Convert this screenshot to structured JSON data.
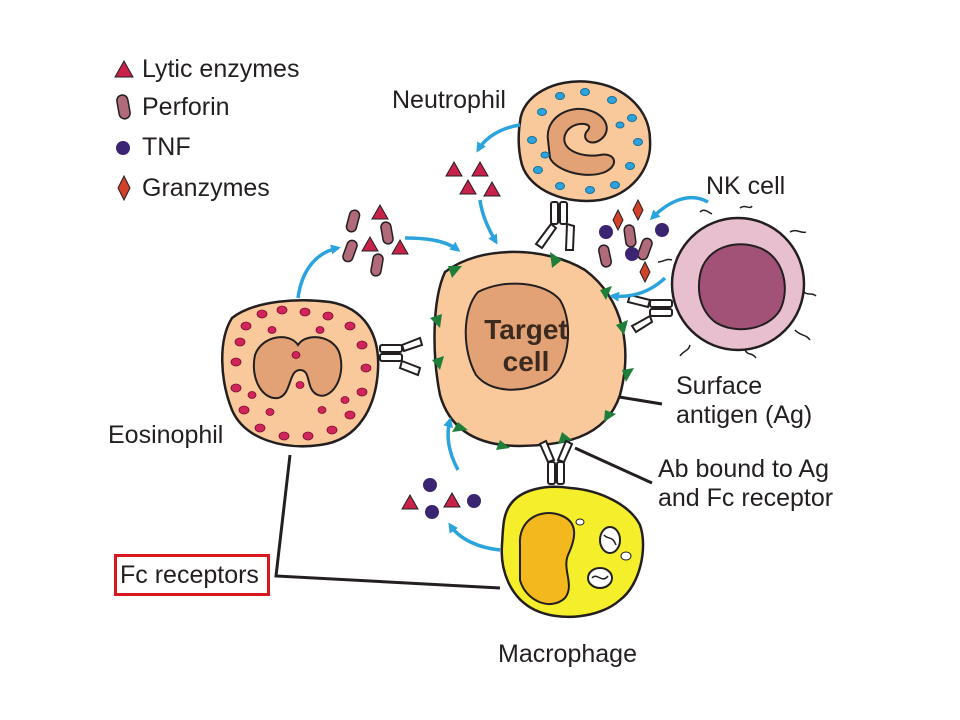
{
  "legend": {
    "items": [
      {
        "label": "Lytic enzymes",
        "icon": "triangle-icon",
        "color": "#c8224a"
      },
      {
        "label": "Perforin",
        "icon": "perforin-icon",
        "color": "#b06a7a"
      },
      {
        "label": "TNF",
        "icon": "circle-icon",
        "color": "#3b2471"
      },
      {
        "label": "Granzymes",
        "icon": "diamond-icon",
        "color": "#d4412a"
      }
    ]
  },
  "cells": {
    "neutrophil": "Neutrophil",
    "nk_cell": "NK cell",
    "eosinophil": "Eosinophil",
    "macrophage": "Macrophage",
    "target_line1": "Target",
    "target_line2": "cell"
  },
  "labels": {
    "surface_antigen_line1": "Surface",
    "surface_antigen_line2": "antigen (Ag)",
    "ab_bound_line1": "Ab bound to Ag",
    "ab_bound_line2": "and Fc receptor",
    "fc_receptors": "Fc receptors"
  },
  "colors": {
    "arrow": "#2ba3dd",
    "antigen": "#1f7f3a",
    "highlight": "#d7191f",
    "target_cytoplasm": "#f9c99b",
    "target_nucleus": "#e2a275",
    "macrophage_body": "#f5ee2a",
    "nk_cytoplasm": "#e8bfcf",
    "nk_nucleus": "#a35277"
  }
}
